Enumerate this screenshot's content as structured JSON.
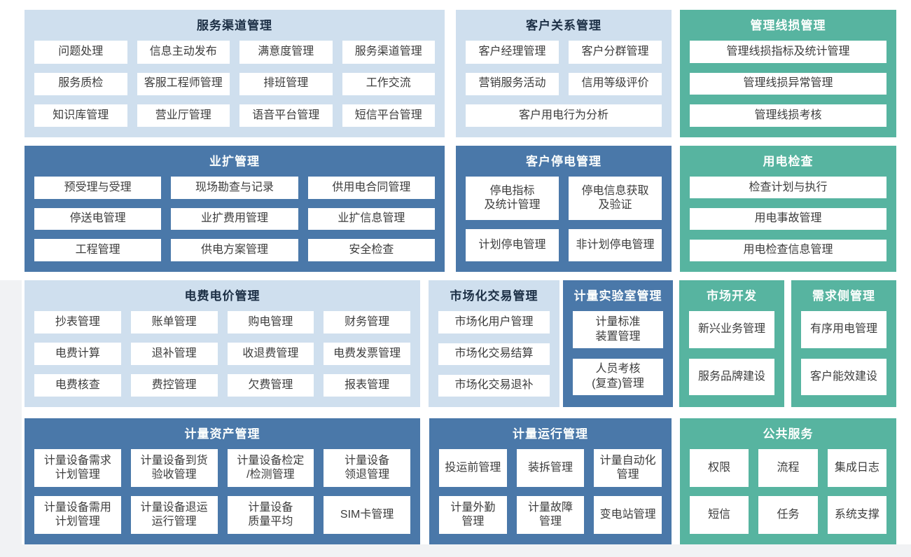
{
  "colors": {
    "page_background": "#f1f2f4",
    "canvas_background": "#ffffff",
    "light_block_bg": "#cfdfee",
    "dark_block_bg": "#4a78a9",
    "teal_block_bg": "#57b4a0",
    "light_block_title": "#1c2f45",
    "dark_teal_block_title": "#fcfefd",
    "item_bg": "#ffffff",
    "item_text": "#3c3c3c"
  },
  "blocks": [
    {
      "title": "服务渠道管理",
      "theme": "light",
      "items": [
        "问题处理",
        "信息主动发布",
        "满意度管理",
        "服务渠道管理",
        "服务质检",
        "客服工程师管理",
        "排班管理",
        "工作交流",
        "知识库管理",
        "营业厅管理",
        "语音平台管理",
        "短信平台管理"
      ]
    },
    {
      "title": "客户关系管理",
      "theme": "light",
      "items": [
        "客户经理管理",
        "客户分群管理",
        "营销服务活动",
        "信用等级评价",
        {
          "label": "客户用电行为分析",
          "span": "full"
        }
      ]
    },
    {
      "title": "管理线损管理",
      "theme": "teal",
      "items": [
        "管理线损指标及统计管理",
        "管理线损异常管理",
        "管理线损考核"
      ]
    },
    {
      "title": "业扩管理",
      "theme": "dark",
      "items": [
        "预受理与受理",
        "现场勘查与记录",
        "供用电合同管理",
        "停送电管理",
        "业扩费用管理",
        "业扩信息管理",
        "工程管理",
        "供电方案管理",
        "安全检查"
      ]
    },
    {
      "title": "客户停电管理",
      "theme": "dark",
      "items": [
        "停电指标\n及统计管理",
        "停电信息获取\n及验证",
        "计划停电管理",
        "非计划停电管理"
      ]
    },
    {
      "title": "用电检查",
      "theme": "teal",
      "items": [
        "检查计划与执行",
        "用电事故管理",
        "用电检查信息管理"
      ]
    },
    {
      "title": "电费电价管理",
      "theme": "light",
      "items": [
        "抄表管理",
        "账单管理",
        "购电管理",
        "财务管理",
        "电费计算",
        "退补管理",
        "收退费管理",
        "电费发票管理",
        "电费核查",
        "费控管理",
        "欠费管理",
        "报表管理"
      ]
    },
    {
      "title": "市场化交易管理",
      "theme": "light",
      "items": [
        "市场化用户管理",
        "市场化交易结算",
        "市场化交易退补"
      ]
    },
    {
      "title": "计量实验室管理",
      "theme": "dark",
      "items": [
        "计量标准\n装置管理",
        "人员考核\n(复查)管理"
      ]
    },
    {
      "title": "市场开发",
      "theme": "teal",
      "items": [
        "新兴业务管理",
        "服务品牌建设"
      ]
    },
    {
      "title": "需求侧管理",
      "theme": "teal",
      "items": [
        "有序用电管理",
        "客户能效建设"
      ]
    },
    {
      "title": "计量资产管理",
      "theme": "dark",
      "items": [
        "计量设备需求\n计划管理",
        "计量设备到货\n验收管理",
        "计量设备检定\n/检测管理",
        "计量设备\n领退管理",
        "计量设备需用\n计划管理",
        "计量设备退运\n运行管理",
        "计量设备\n质量平均",
        "SIM卡管理"
      ]
    },
    {
      "title": "计量运行管理",
      "theme": "dark",
      "items": [
        "投运前管理",
        "装拆管理",
        "计量自动化\n管理",
        "计量外勤\n管理",
        "计量故障\n管理",
        "变电站管理"
      ]
    },
    {
      "title": "公共服务",
      "theme": "teal",
      "items": [
        "权限",
        "流程",
        "集成日志",
        "短信",
        "任务",
        "系统支撑"
      ]
    }
  ]
}
